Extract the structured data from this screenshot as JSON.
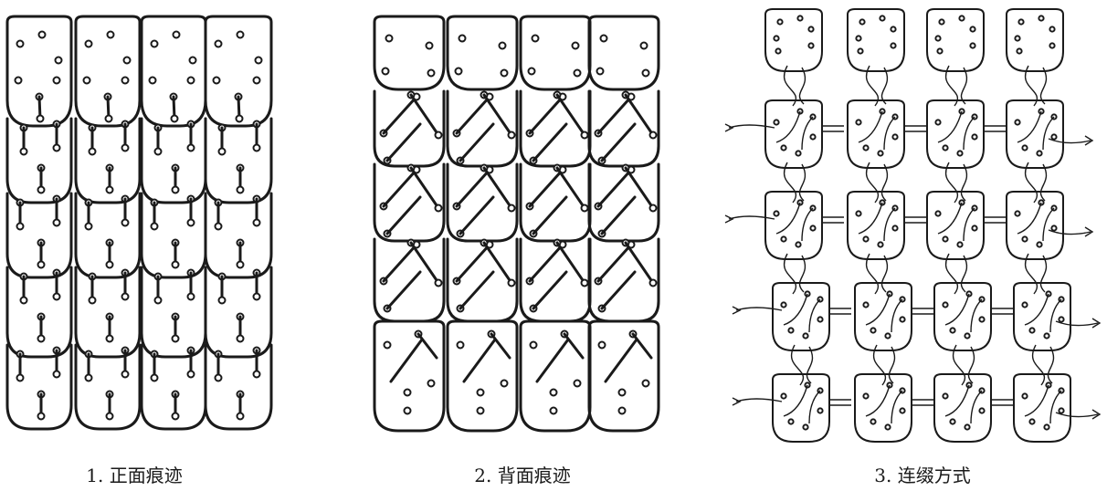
{
  "figure": {
    "panels": [
      {
        "caption": "1. 正面痕迹"
      },
      {
        "caption": "2. 背面痕迹"
      },
      {
        "caption": "3. 连缀方式"
      }
    ],
    "colors": {
      "ink": "#1a1a1a",
      "background": "#ffffff"
    }
  }
}
